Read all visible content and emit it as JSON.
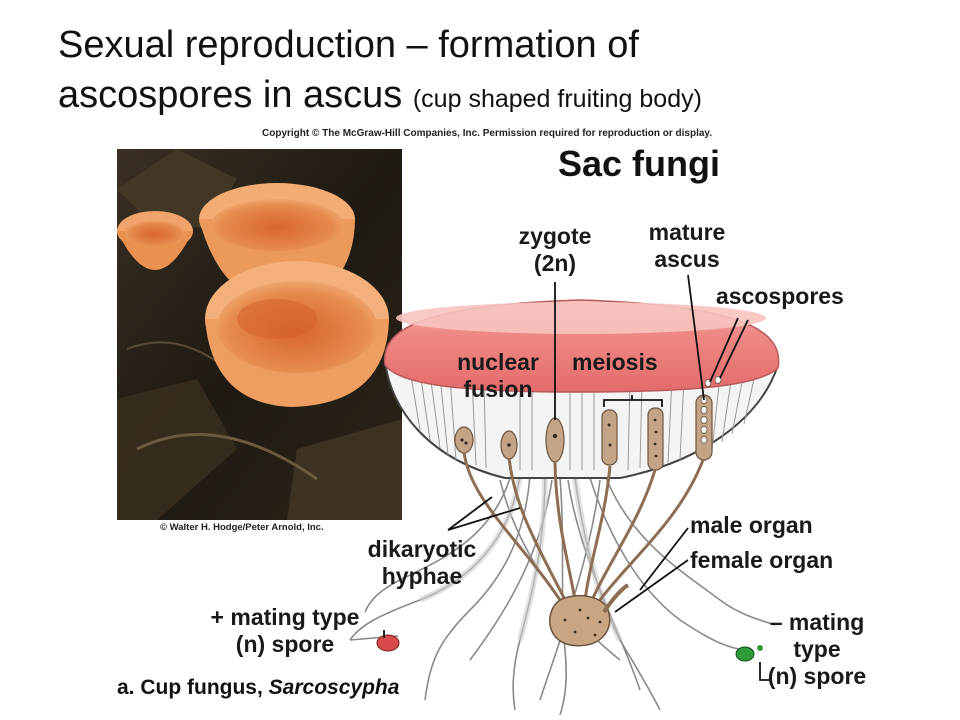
{
  "slide": {
    "title_line1": "Sexual reproduction – formation of",
    "title_line2": "ascospores in ascus",
    "title_paren": "(cup shaped fruiting body)"
  },
  "figure": {
    "copyright": "Copyright © The McGraw-Hill Companies, Inc. Permission required for reproduction or display.",
    "photo_credit": "© Walter H. Hodge/Peter Arnold, Inc.",
    "heading": "Sac fungi",
    "caption_prefix": "a. Cup fungus,",
    "caption_genus": "Sarcoscypha"
  },
  "labels": {
    "zygote_l1": "zygote",
    "zygote_l2": "(2n)",
    "mature_l1": "mature",
    "mature_l2": "ascus",
    "ascospores": "ascospores",
    "nuclear_l1": "nuclear",
    "nuclear_l2": "fusion",
    "meiosis": "meiosis",
    "male_organ": "male organ",
    "female_organ": "female organ",
    "dikaryotic_l1": "dikaryotic",
    "dikaryotic_l2": "hyphae",
    "plus_l1": "+ mating type",
    "plus_l2": "(n) spore",
    "minus_l1": "– mating",
    "minus_l2": "type",
    "minus_l3": "(n) spore"
  },
  "colors": {
    "cup_pink": "#e8787a",
    "cup_rim": "#f4a6a4",
    "ascus_brown": "#c4a487",
    "plus_spore": "#d94a4a",
    "minus_spore": "#2e9a3a",
    "hypha": "#7d7d7d"
  }
}
